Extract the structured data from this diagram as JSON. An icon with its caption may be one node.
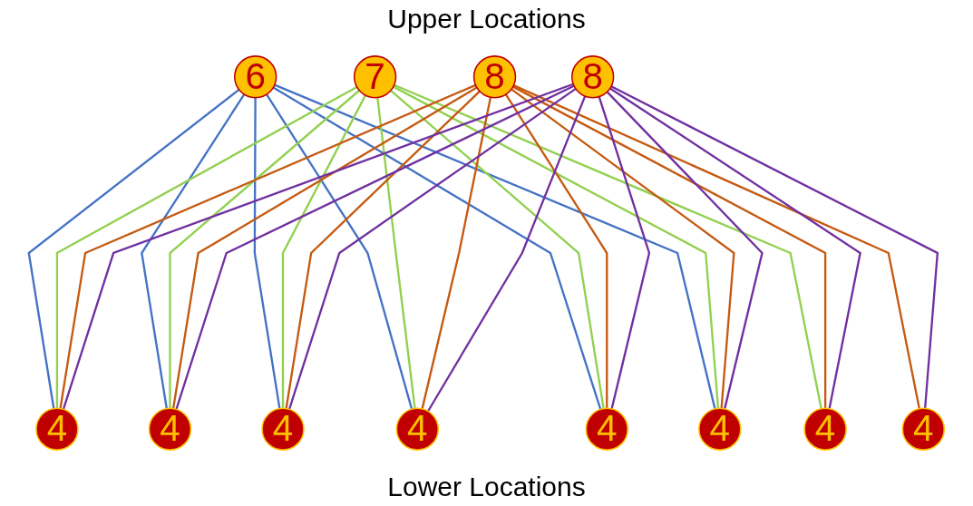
{
  "diagram": {
    "title": "Upper Locations",
    "caption": "Lower Locations",
    "nodes": [
      {
        "text": [
          "6"
        ]
      },
      {
        "text": [
          "7"
        ]
      },
      {
        "text": [
          "8"
        ]
      },
      {
        "text": [
          "8"
        ]
      },
      {
        "text": [
          "4"
        ]
      },
      {
        "text": [
          "4"
        ]
      },
      {
        "text": [
          "4"
        ]
      },
      {
        "text": [
          "4"
        ]
      },
      {
        "text": [
          "4"
        ]
      },
      {
        "text": [
          "4"
        ]
      },
      {
        "text": [
          "4"
        ]
      },
      {
        "text": [
          "4"
        ]
      }
    ],
    "edges": [
      {
        "from": 0,
        "to": 4,
        "arrow": "none",
        "color": "#4472c4"
      },
      {
        "from": 0,
        "to": 5,
        "arrow": "none",
        "color": "#4472c4"
      },
      {
        "from": 0,
        "to": 6,
        "arrow": "none",
        "color": "#4472c4"
      },
      {
        "from": 0,
        "to": 7,
        "arrow": "none",
        "color": "#4472c4"
      },
      {
        "from": 0,
        "to": 8,
        "arrow": "none",
        "color": "#4472c4"
      },
      {
        "from": 0,
        "to": 9,
        "arrow": "none",
        "color": "#4472c4"
      },
      {
        "from": 1,
        "to": 4,
        "arrow": "none",
        "color": "#92d050"
      },
      {
        "from": 1,
        "to": 5,
        "arrow": "none",
        "color": "#92d050"
      },
      {
        "from": 1,
        "to": 6,
        "arrow": "none",
        "color": "#92d050"
      },
      {
        "from": 1,
        "to": 7,
        "arrow": "none",
        "color": "#92d050"
      },
      {
        "from": 1,
        "to": 8,
        "arrow": "none",
        "color": "#92d050"
      },
      {
        "from": 1,
        "to": 9,
        "arrow": "none",
        "color": "#92d050"
      },
      {
        "from": 1,
        "to": 10,
        "arrow": "none",
        "color": "#92d050"
      },
      {
        "from": 2,
        "to": 4,
        "arrow": "none",
        "color": "#c55a11"
      },
      {
        "from": 2,
        "to": 5,
        "arrow": "none",
        "color": "#c55a11"
      },
      {
        "from": 2,
        "to": 6,
        "arrow": "none",
        "color": "#c55a11"
      },
      {
        "from": 2,
        "to": 7,
        "arrow": "none",
        "color": "#c55a11"
      },
      {
        "from": 2,
        "to": 8,
        "arrow": "none",
        "color": "#c55a11"
      },
      {
        "from": 2,
        "to": 9,
        "arrow": "none",
        "color": "#c55a11"
      },
      {
        "from": 2,
        "to": 10,
        "arrow": "none",
        "color": "#c55a11"
      },
      {
        "from": 2,
        "to": 11,
        "arrow": "none",
        "color": "#c55a11"
      },
      {
        "from": 3,
        "to": 4,
        "arrow": "none",
        "color": "#7030a0"
      },
      {
        "from": 3,
        "to": 5,
        "arrow": "none",
        "color": "#7030a0"
      },
      {
        "from": 3,
        "to": 6,
        "arrow": "none",
        "color": "#7030a0"
      },
      {
        "from": 3,
        "to": 7,
        "arrow": "none",
        "color": "#7030a0"
      },
      {
        "from": 3,
        "to": 8,
        "arrow": "none",
        "color": "#7030a0"
      },
      {
        "from": 3,
        "to": 9,
        "arrow": "none",
        "color": "#7030a0"
      },
      {
        "from": 3,
        "to": 10,
        "arrow": "none",
        "color": "#7030a0"
      },
      {
        "from": 3,
        "to": 11,
        "arrow": "none",
        "color": "#7030a0"
      }
    ]
  }
}
